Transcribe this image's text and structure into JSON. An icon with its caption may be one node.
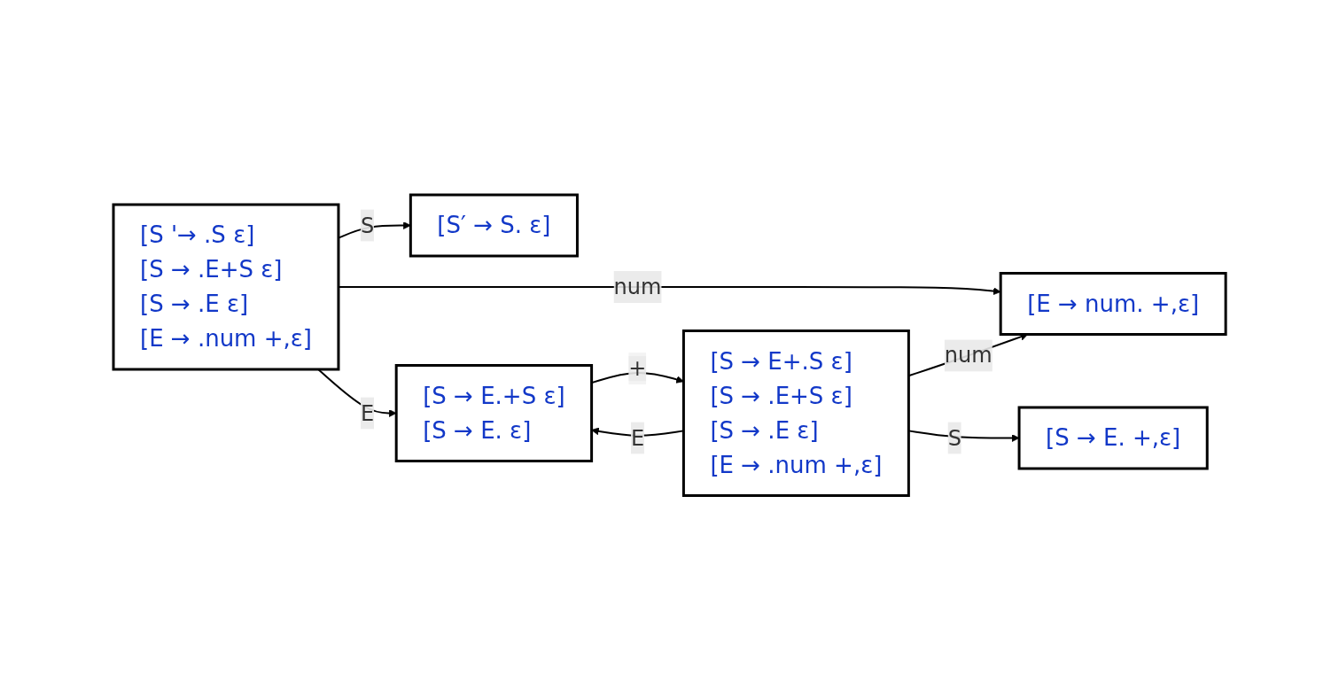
{
  "diagram": {
    "nodes": [
      {
        "text": [
          "[S '→ .S ε]",
          "[S → .E+S ε]",
          "[S → .E ε]",
          "[E → .num +,ε]"
        ]
      },
      {
        "text": [
          "[S′ → S. ε]"
        ]
      },
      {
        "text": [
          "[E → num. +,ε]"
        ]
      },
      {
        "text": [
          "[S → E.+S ε]",
          "[S → E. ε]"
        ]
      },
      {
        "text": [
          "[S → E+.S ε]",
          "[S → .E+S ε]",
          "[S → .E ε]",
          "[E → .num +,ε]"
        ]
      },
      {
        "text": [
          "[S → E. +,ε]"
        ]
      }
    ],
    "edges": [
      {
        "from": 0,
        "to": 1,
        "arrow": "to",
        "label": "S"
      },
      {
        "from": 0,
        "to": 2,
        "arrow": "to",
        "label": "num"
      },
      {
        "from": 0,
        "to": 3,
        "arrow": "to",
        "label": "E"
      },
      {
        "from": 3,
        "to": 4,
        "arrow": "to",
        "label": "+"
      },
      {
        "from": 4,
        "to": 3,
        "arrow": "to",
        "label": "E"
      },
      {
        "from": 4,
        "to": 2,
        "arrow": "to",
        "label": "num"
      },
      {
        "from": 4,
        "to": 5,
        "arrow": "to",
        "label": "S"
      }
    ]
  }
}
